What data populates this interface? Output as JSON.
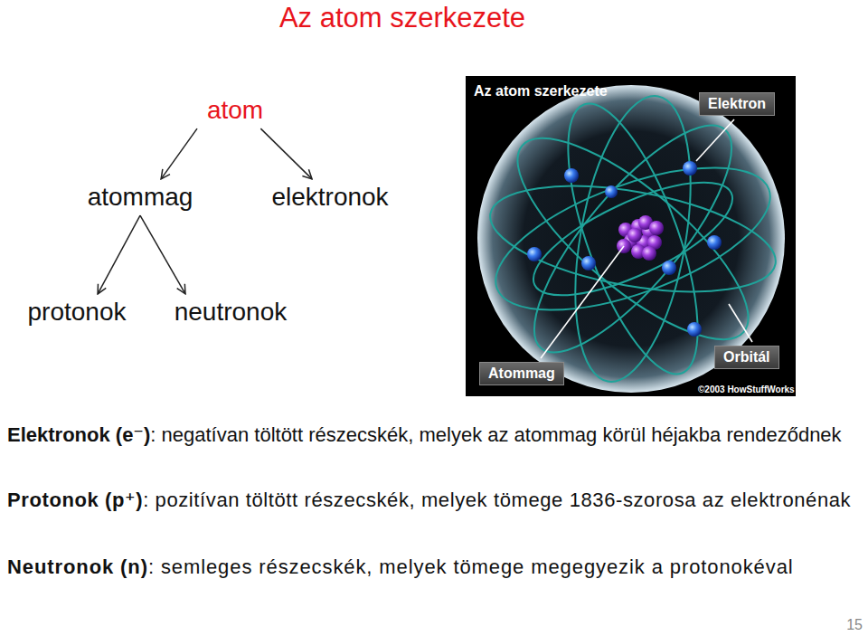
{
  "diagram": {
    "title": "Az atom szerkezete",
    "nodes": [
      {
        "text": [
          "atom"
        ]
      },
      {
        "text": [
          "atommag"
        ]
      },
      {
        "text": [
          "elektronok"
        ]
      },
      {
        "text": [
          "protonok"
        ]
      },
      {
        "text": [
          "neutronok"
        ]
      }
    ],
    "edges": [
      {
        "from": 0,
        "to": 1,
        "arrow": "to"
      },
      {
        "from": 0,
        "to": 2,
        "arrow": "to"
      },
      {
        "from": 1,
        "to": 3,
        "arrow": "to"
      },
      {
        "from": 1,
        "to": 4,
        "arrow": "to"
      }
    ],
    "labels": [
      "Az atom szerkezete",
      "Elektron",
      "Atommag",
      "Orbitál",
      "©2003 HowStuffWorks",
      "Elektronok (e⁻)",
      ": negatívan töltött részecskék, melyek az atommag körül héjakba rendeződnek",
      "Protonok (p⁺)",
      ": pozitívan töltött részecskék, melyek tömege 1836-szorosa az elektronénak",
      "Neutronok (n)",
      ": semleges részecskék, melyek tömege megegyezik a protonokéval",
      "15"
    ]
  }
}
